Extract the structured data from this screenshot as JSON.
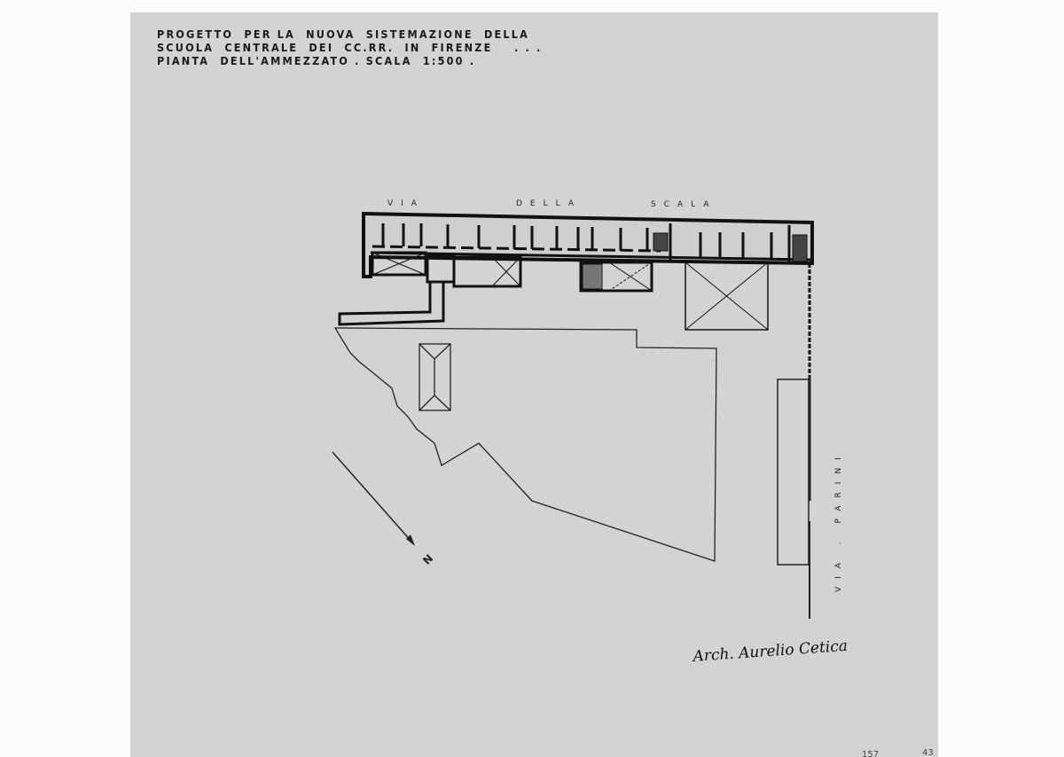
{
  "title": {
    "line1": "PROGETTO  PER LA  NUOVA  SISTEMAZIONE  DELLA",
    "line2": "SCUOLA  CENTRALE  DEI  CC.RR.  IN  FIRENZE    . . .",
    "line3": "PIANTA  DELL'AMMEZZATO . SCALA  1:500 ."
  },
  "streets": {
    "top_via": "VIA",
    "top_della": "DELLA",
    "top_scala": "SCALA",
    "right": "VIA . PARINI"
  },
  "north_label": "N",
  "signature": "Arch. Aurelio Cetica",
  "archive_numbers": [
    "157",
    "43"
  ]
}
